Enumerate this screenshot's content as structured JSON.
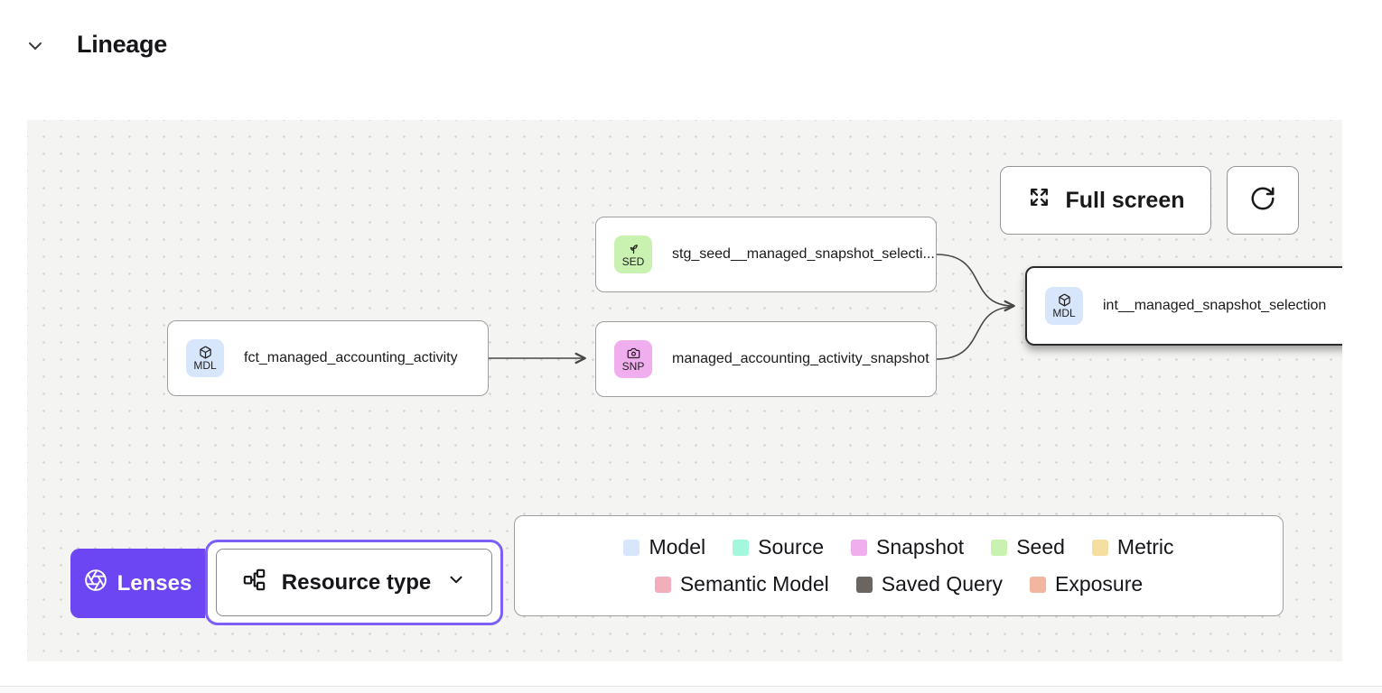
{
  "header": {
    "title": "Lineage",
    "collapse_icon": "chevron-down-icon"
  },
  "canvas": {
    "toolbar": {
      "fullscreen_label": "Full screen",
      "fullscreen_icon": "expand-arrows-icon",
      "refresh_icon": "refresh-icon"
    },
    "nodes": [
      {
        "type_code": "SED",
        "type_icon": "seed-icon",
        "label": "stg_seed__managed_snapshot_selecti...",
        "badge_color": "#c9f2b0",
        "selected": false
      },
      {
        "type_code": "MDL",
        "type_icon": "cube-icon",
        "label": "fct_managed_accounting_activity",
        "badge_color": "#d8e6fb",
        "selected": false
      },
      {
        "type_code": "SNP",
        "type_icon": "camera-icon",
        "label": "managed_accounting_activity_snapshot",
        "badge_color": "#f0aeef",
        "selected": false
      },
      {
        "type_code": "MDL",
        "type_icon": "cube-icon",
        "label": "int__managed_snapshot_selection",
        "badge_color": "#d8e6fb",
        "selected": true
      }
    ],
    "lenses": {
      "label": "Lenses",
      "icon": "aperture-icon",
      "background": "#6b46f2"
    },
    "resource_type": {
      "label": "Resource type",
      "icon": "graph-nodes-icon",
      "chevron": "chevron-down-icon",
      "focus_ring_color": "#7d5ef8"
    },
    "legend": {
      "items": [
        {
          "label": "Model",
          "color": "#d8e6fb"
        },
        {
          "label": "Source",
          "color": "#a2f7dd"
        },
        {
          "label": "Snapshot",
          "color": "#f0aeef"
        },
        {
          "label": "Seed",
          "color": "#c9f2b0"
        },
        {
          "label": "Metric",
          "color": "#f5dfa0"
        },
        {
          "label": "Semantic Model",
          "color": "#f2aebc"
        },
        {
          "label": "Saved Query",
          "color": "#6b6561"
        },
        {
          "label": "Exposure",
          "color": "#f2b69e"
        }
      ]
    }
  }
}
